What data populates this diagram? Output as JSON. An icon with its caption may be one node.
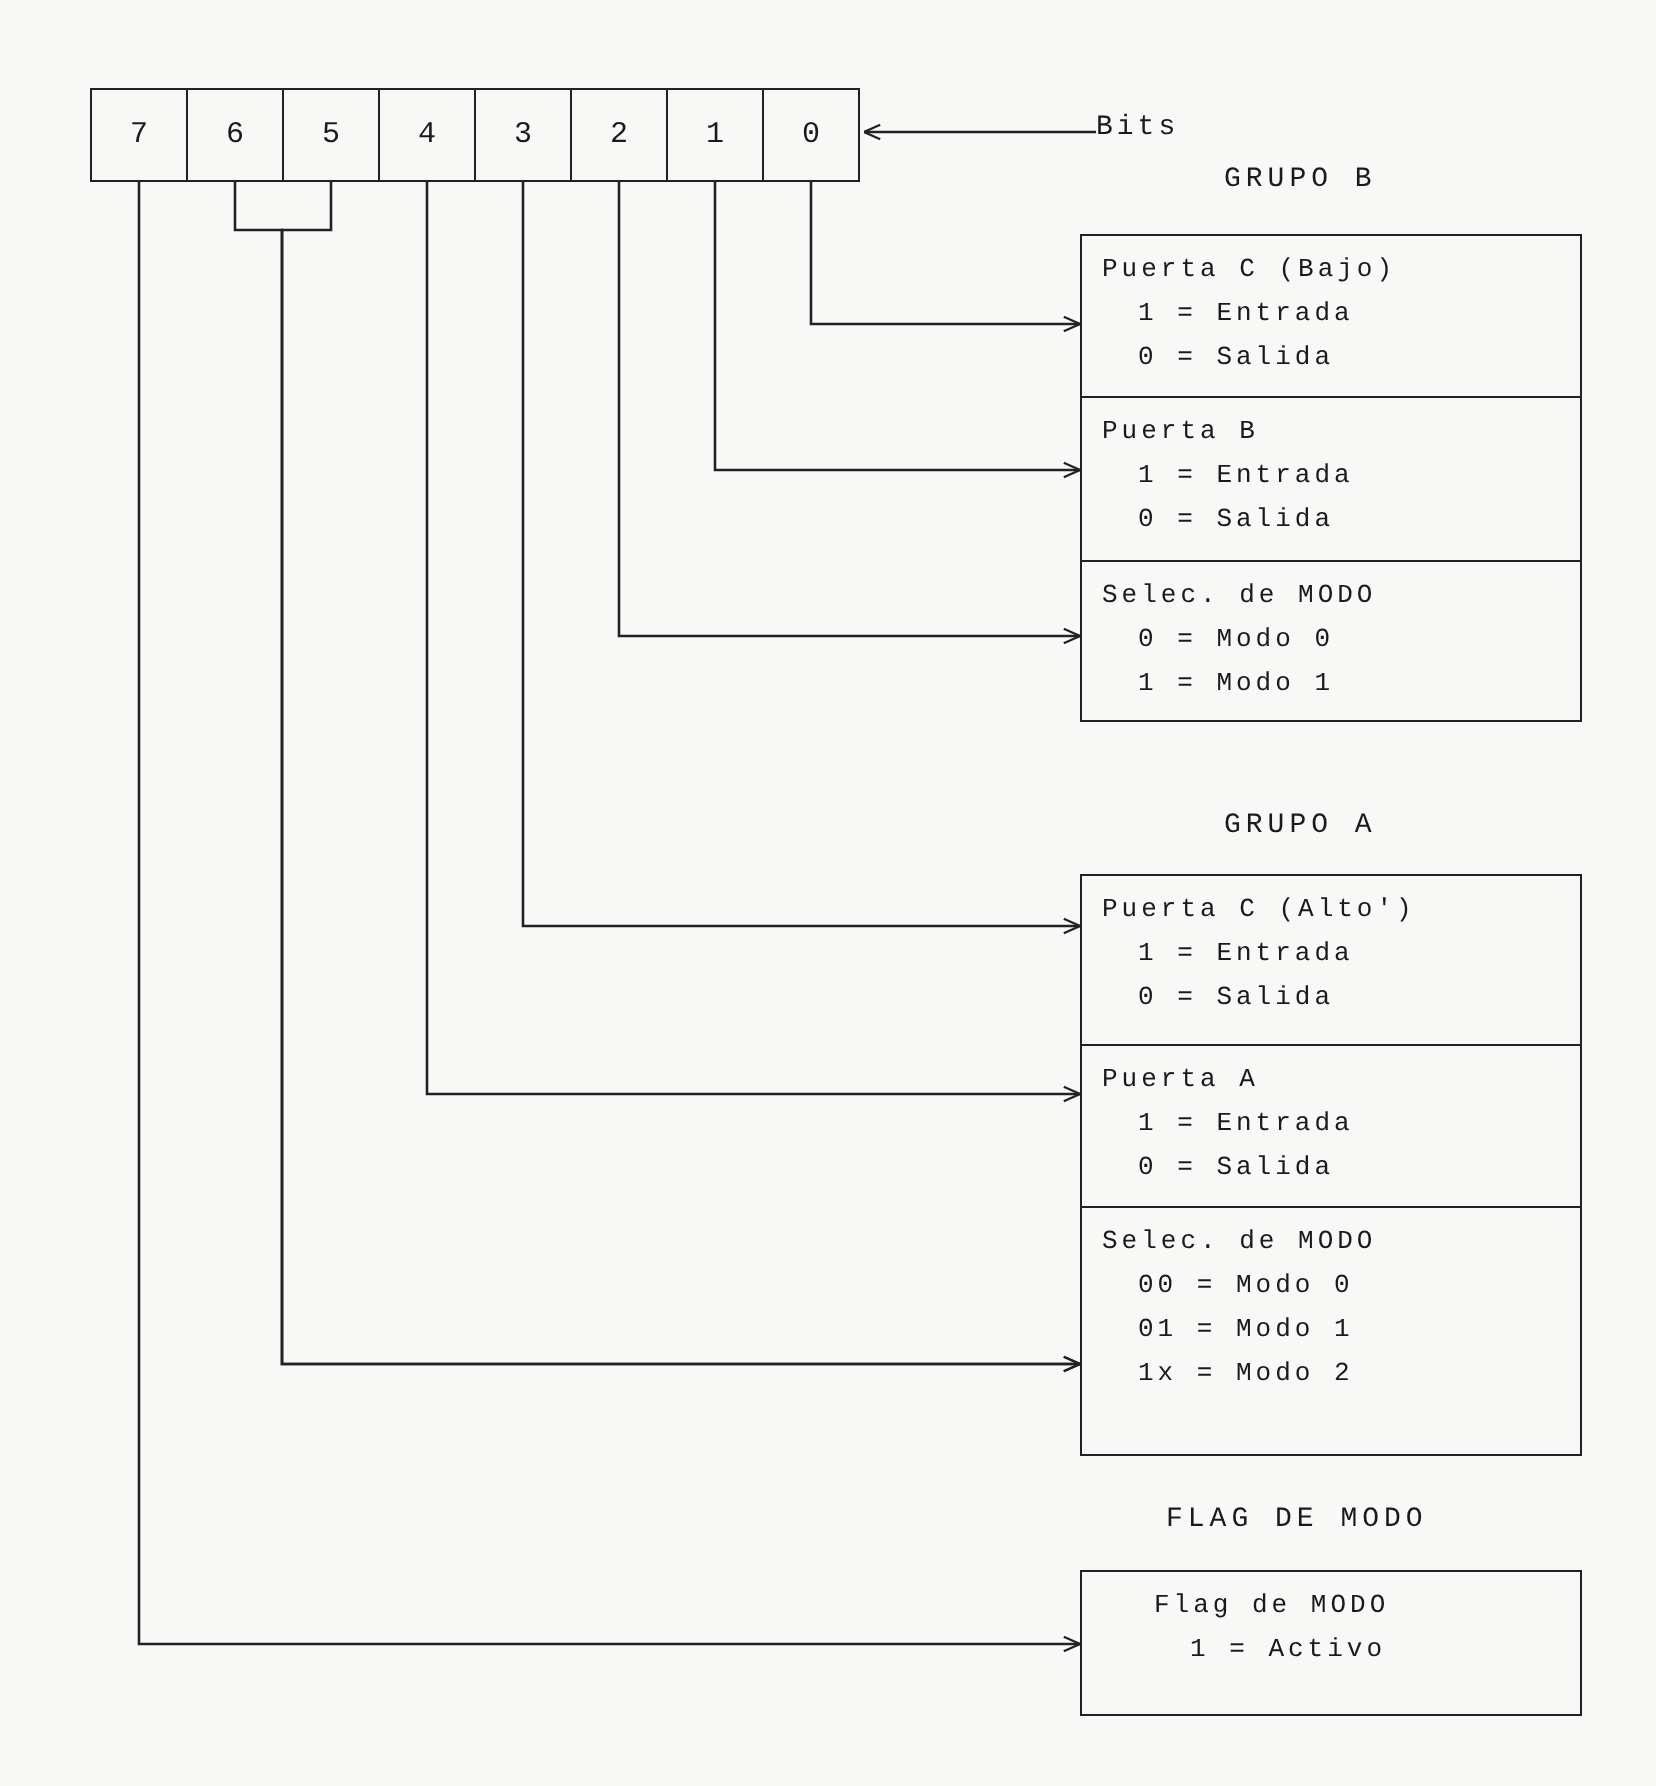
{
  "diagram": {
    "nodes": [
      {
        "text": [
          "7"
        ]
      },
      {
        "text": [
          "6"
        ]
      },
      {
        "text": [
          "5"
        ]
      },
      {
        "text": [
          "4"
        ]
      },
      {
        "text": [
          "3"
        ]
      },
      {
        "text": [
          "2"
        ]
      },
      {
        "text": [
          "1"
        ]
      },
      {
        "text": [
          "0"
        ]
      },
      {
        "text": [
          "Bits"
        ]
      },
      {
        "text": [
          "Puerta C (Bajo)",
          "1 = Entrada",
          "0 = Salida"
        ]
      },
      {
        "text": [
          "Puerta B",
          "1 = Entrada",
          "0 = Salida"
        ]
      },
      {
        "text": [
          "Selec. de MODO",
          "0 = Modo 0",
          "1 = Modo 1"
        ]
      },
      {
        "text": [
          "Puerta C (Alto')",
          "1 = Entrada",
          "0 = Salida"
        ]
      },
      {
        "text": [
          "Puerta A",
          "1 = Entrada",
          "0 = Salida"
        ]
      },
      {
        "text": [
          "Selec. de MODO",
          "00 = Modo 0",
          "01 = Modo 1",
          "1x = Modo 2"
        ]
      },
      {
        "text": [
          "Flag de MODO",
          "1 = Activo"
        ]
      }
    ],
    "edges": [
      {
        "from": 8,
        "to": 7,
        "arrow": "to"
      },
      {
        "from": 7,
        "to": 9,
        "arrow": "to"
      },
      {
        "from": 6,
        "to": 10,
        "arrow": "to"
      },
      {
        "from": 5,
        "to": 11,
        "arrow": "to"
      },
      {
        "from": 4,
        "to": 12,
        "arrow": "to"
      },
      {
        "from": 3,
        "to": 13,
        "arrow": "to"
      },
      {
        "from": 2,
        "to": 14,
        "arrow": "to"
      },
      {
        "from": 1,
        "to": 14,
        "arrow": "to"
      },
      {
        "from": 0,
        "to": 15,
        "arrow": "to"
      }
    ],
    "labels": [
      "GRUPO B",
      "GRUPO A",
      "FLAG DE MODO"
    ]
  }
}
